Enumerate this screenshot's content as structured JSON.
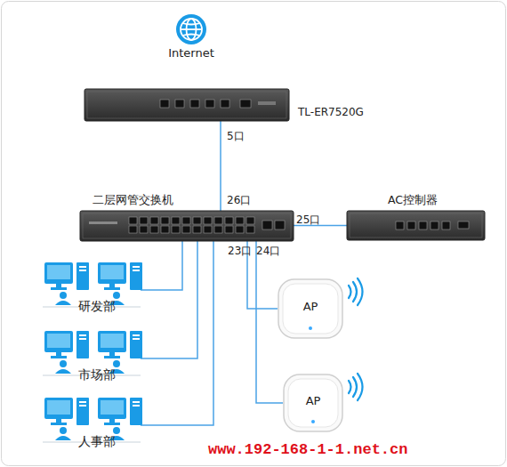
{
  "diagram": {
    "nodes": [
      {
        "text": [
          "Internet"
        ]
      },
      {
        "text": [
          "TL-ER7520G"
        ]
      },
      {
        "text": [
          "二层网管交换机"
        ]
      },
      {
        "text": [
          "AC控制器"
        ]
      },
      {
        "text": [
          "AP"
        ]
      },
      {
        "text": [
          "AP"
        ]
      },
      {
        "text": [
          "研发部"
        ]
      },
      {
        "text": [
          "市场部"
        ]
      },
      {
        "text": [
          "人事部"
        ]
      }
    ],
    "edges": [
      {
        "from": 1,
        "to": 2,
        "arrow": "none"
      },
      {
        "from": 2,
        "to": 3,
        "arrow": "none"
      },
      {
        "from": 2,
        "to": 4,
        "arrow": "none"
      },
      {
        "from": 2,
        "to": 5,
        "arrow": "none"
      },
      {
        "from": 2,
        "to": 6,
        "arrow": "none"
      },
      {
        "from": 2,
        "to": 7,
        "arrow": "none"
      },
      {
        "from": 2,
        "to": 8,
        "arrow": "none"
      }
    ],
    "labels": [
      "5口",
      "26口",
      "25口",
      "23口",
      "24口",
      "www.192-168-1-1.net.cn"
    ]
  }
}
